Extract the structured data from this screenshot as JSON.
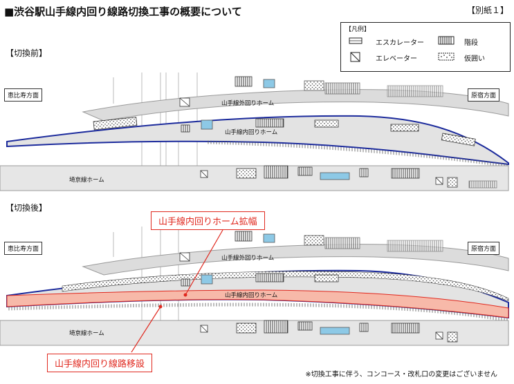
{
  "title": "■渋谷駅山手線内回り線路切換工事の概要について",
  "document_label": "【別紙１】",
  "legend": {
    "title": "【凡例】",
    "items": [
      {
        "label": "エスカレーター",
        "icon": "escalator-icon"
      },
      {
        "label": "階段",
        "icon": "stairs-icon"
      },
      {
        "label": "エレベーター",
        "icon": "elevator-icon"
      },
      {
        "label": "仮囲い",
        "icon": "temporary-enclosure-icon"
      }
    ]
  },
  "before": {
    "heading": "【切換前】",
    "direction_left": "恵比寿方面",
    "direction_right": "原宿方面",
    "platform_outer": "山手線外回りホーム",
    "platform_inner": "山手線内回りホーム",
    "platform_saikyo": "埼京線ホーム"
  },
  "after": {
    "heading": "【切換後】",
    "direction_left": "恵比寿方面",
    "direction_right": "原宿方面",
    "platform_outer": "山手線外回りホーム",
    "platform_inner": "山手線内回りホーム",
    "platform_saikyo": "埼京線ホーム",
    "callout_widen": "山手線内回りホーム拡幅",
    "callout_relocate": "山手線内回り線路移設"
  },
  "footnote": "※切換工事に伴う、コンコース・改札口の変更はございません",
  "colors": {
    "inner_platform_outline": "#1b2a9c",
    "widened_area": "#f7b9a9",
    "callout": "#e0281e",
    "elevator_fill": "#8dc9e6",
    "platform_gray": "#d9d9d9"
  }
}
